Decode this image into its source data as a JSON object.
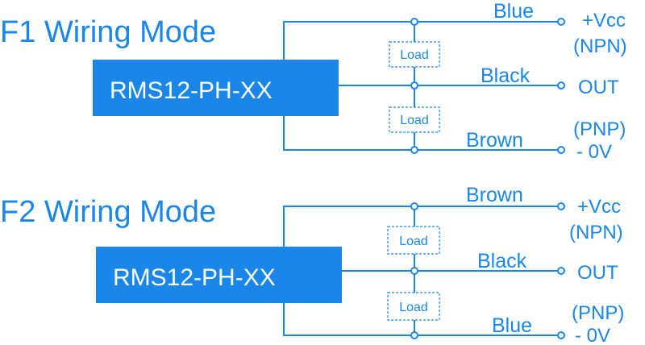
{
  "colors": {
    "accent": "#1a86e8",
    "box_text": "#ffffff"
  },
  "f1": {
    "title": "F1 Wiring Mode",
    "model": "RMS12-PH-XX",
    "wire_top": "Blue",
    "wire_mid": "Black",
    "wire_bot": "Brown",
    "load_top": "Load",
    "load_bot": "Load",
    "term_top_1": "+Vcc",
    "term_top_2": "(NPN)",
    "term_mid": "OUT",
    "term_bot_1": "(PNP)",
    "term_bot_2": "- 0V"
  },
  "f2": {
    "title": "F2 Wiring Mode",
    "model": "RMS12-PH-XX",
    "wire_top": "Brown",
    "wire_mid": "Black",
    "wire_bot": "Blue",
    "load_top": "Load",
    "load_bot": "Load",
    "term_top_1": "+Vcc",
    "term_top_2": "(NPN)",
    "term_mid": "OUT",
    "term_bot_1": "(PNP)",
    "term_bot_2": "- 0V"
  }
}
